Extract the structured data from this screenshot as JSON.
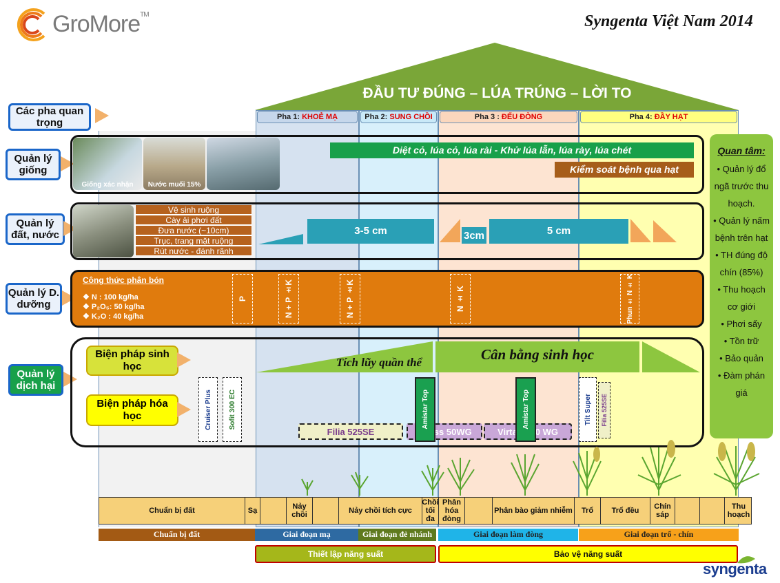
{
  "header": {
    "logo_text": "GroMore",
    "logo_tm": "TM",
    "brand": "Syngenta Việt Nam 2014"
  },
  "roof": {
    "title": "ĐẦU TƯ ĐÚNG – LÚA TRÚNG – LỜI TO"
  },
  "phases": [
    {
      "prefix": "Pha 1: ",
      "name": "KHOẺ MẠ"
    },
    {
      "prefix": "Pha 2: ",
      "name": "SUNG CHỒI"
    },
    {
      "prefix": "Pha 3 : ",
      "name": "ĐẾU ĐÒNG"
    },
    {
      "prefix": "Pha 4: ",
      "name": "ĐẦY HẠT"
    }
  ],
  "left_tags": {
    "phases": "Các pha quan trọng",
    "seed": "Quản lý giống",
    "soil": "Quản lý đất, nước",
    "nutrition": "Quản lý D. dưỡng",
    "pest": "Quản lý dịch hại"
  },
  "seed_band": {
    "photo1_caption": "Giống xác nhận",
    "photo2_caption": "Nước muối 15%",
    "weeds_bar": "Diệt cỏ, lúa cỏ, lúa rài - Khử lúa lẫn, lúa rày, lúa chét",
    "seed_disease_bar": "Kiểm soát bệnh qua hạt"
  },
  "soil_band": {
    "rows": [
      "Vệ sinh ruộng",
      "Cày ải phơi đất",
      "Đưa nước (~10cm)",
      "Trục, trang mặt ruộng",
      "Rút nước - đánh rãnh"
    ],
    "level1": "3-5 cm",
    "level2": "3cm",
    "level3": "5 cm"
  },
  "nutrition_band": {
    "formula_title": "Công thức phân bón",
    "n": "N    : 100 kg/ha",
    "p_label": "P₂O₅:",
    "p_value": "50 kg/ha",
    "k_label": "K₂O :",
    "k_value": "40 kg/ha",
    "app1": "P",
    "app2": "N + P ±K",
    "app3": "N + P ±K",
    "app4": "N ± K",
    "app5": "Phun ± N ± K"
  },
  "pest_band": {
    "bio_label": "Biện pháp sinh học",
    "chem_label": "Biện pháp hóa học",
    "accumulate": "Tích lũy quần thể",
    "balance": "Cân bằng sinh học",
    "products": {
      "cruiser": "Cruiser Plus",
      "sofit": "Sofit 300 EC",
      "filia1": "Filia 525SE",
      "amistar1": "Amistar Top",
      "chess": "Chess 50WG",
      "virtako": "Virtako 40 WG",
      "amistar2": "Amistar Top",
      "tilt": "Tilt Super",
      "filia2": "Filia 525SE"
    }
  },
  "concern": {
    "title": "Quan tâm:",
    "items": [
      "Quản lý đổ ngã trước thu hoạch.",
      "Quản lý nấm bệnh trên hạt",
      "TH đúng độ chín (85%)",
      "Thu hoạch cơ giới",
      "Phơi sấy",
      "Tồn trữ",
      "Bảo quản",
      "Đàm phán giá"
    ]
  },
  "timeline": [
    "Chuẩn bị đất",
    "Sạ",
    "",
    "Nảy chồi",
    "",
    "Nảy chồi tích cực",
    "Chồi tối đa",
    "Phân hóa đòng",
    "",
    "Phân bào giảm nhiễm",
    "Trổ",
    "Trổ đều",
    "Chín sáp",
    "",
    "",
    "Thu hoạch"
  ],
  "stages": [
    "Chuẩn bị đất",
    "Giai đoạn mạ",
    "Giai đoạn đẻ nhánh",
    "Giai đoạn làm đòng",
    "Giai đoạn trổ - chín"
  ],
  "yield_bars": [
    "Thiết lập năng suất",
    "Bảo vệ năng suất"
  ],
  "footer": {
    "logo": "syngenta"
  },
  "colors": {
    "roof": "#7aa638",
    "phase1": "#d6e2f0",
    "phase2": "#d8f0fb",
    "phase3": "#fde4d2",
    "phase4": "#ffffb0",
    "nutrition": "#e07b0d",
    "weeds_green": "#18a04a",
    "soil_teal": "#2aa0b6",
    "concern_green": "#8dc63f",
    "syngenta_blue": "#1b3d8f",
    "syngenta_green": "#7ab530"
  }
}
